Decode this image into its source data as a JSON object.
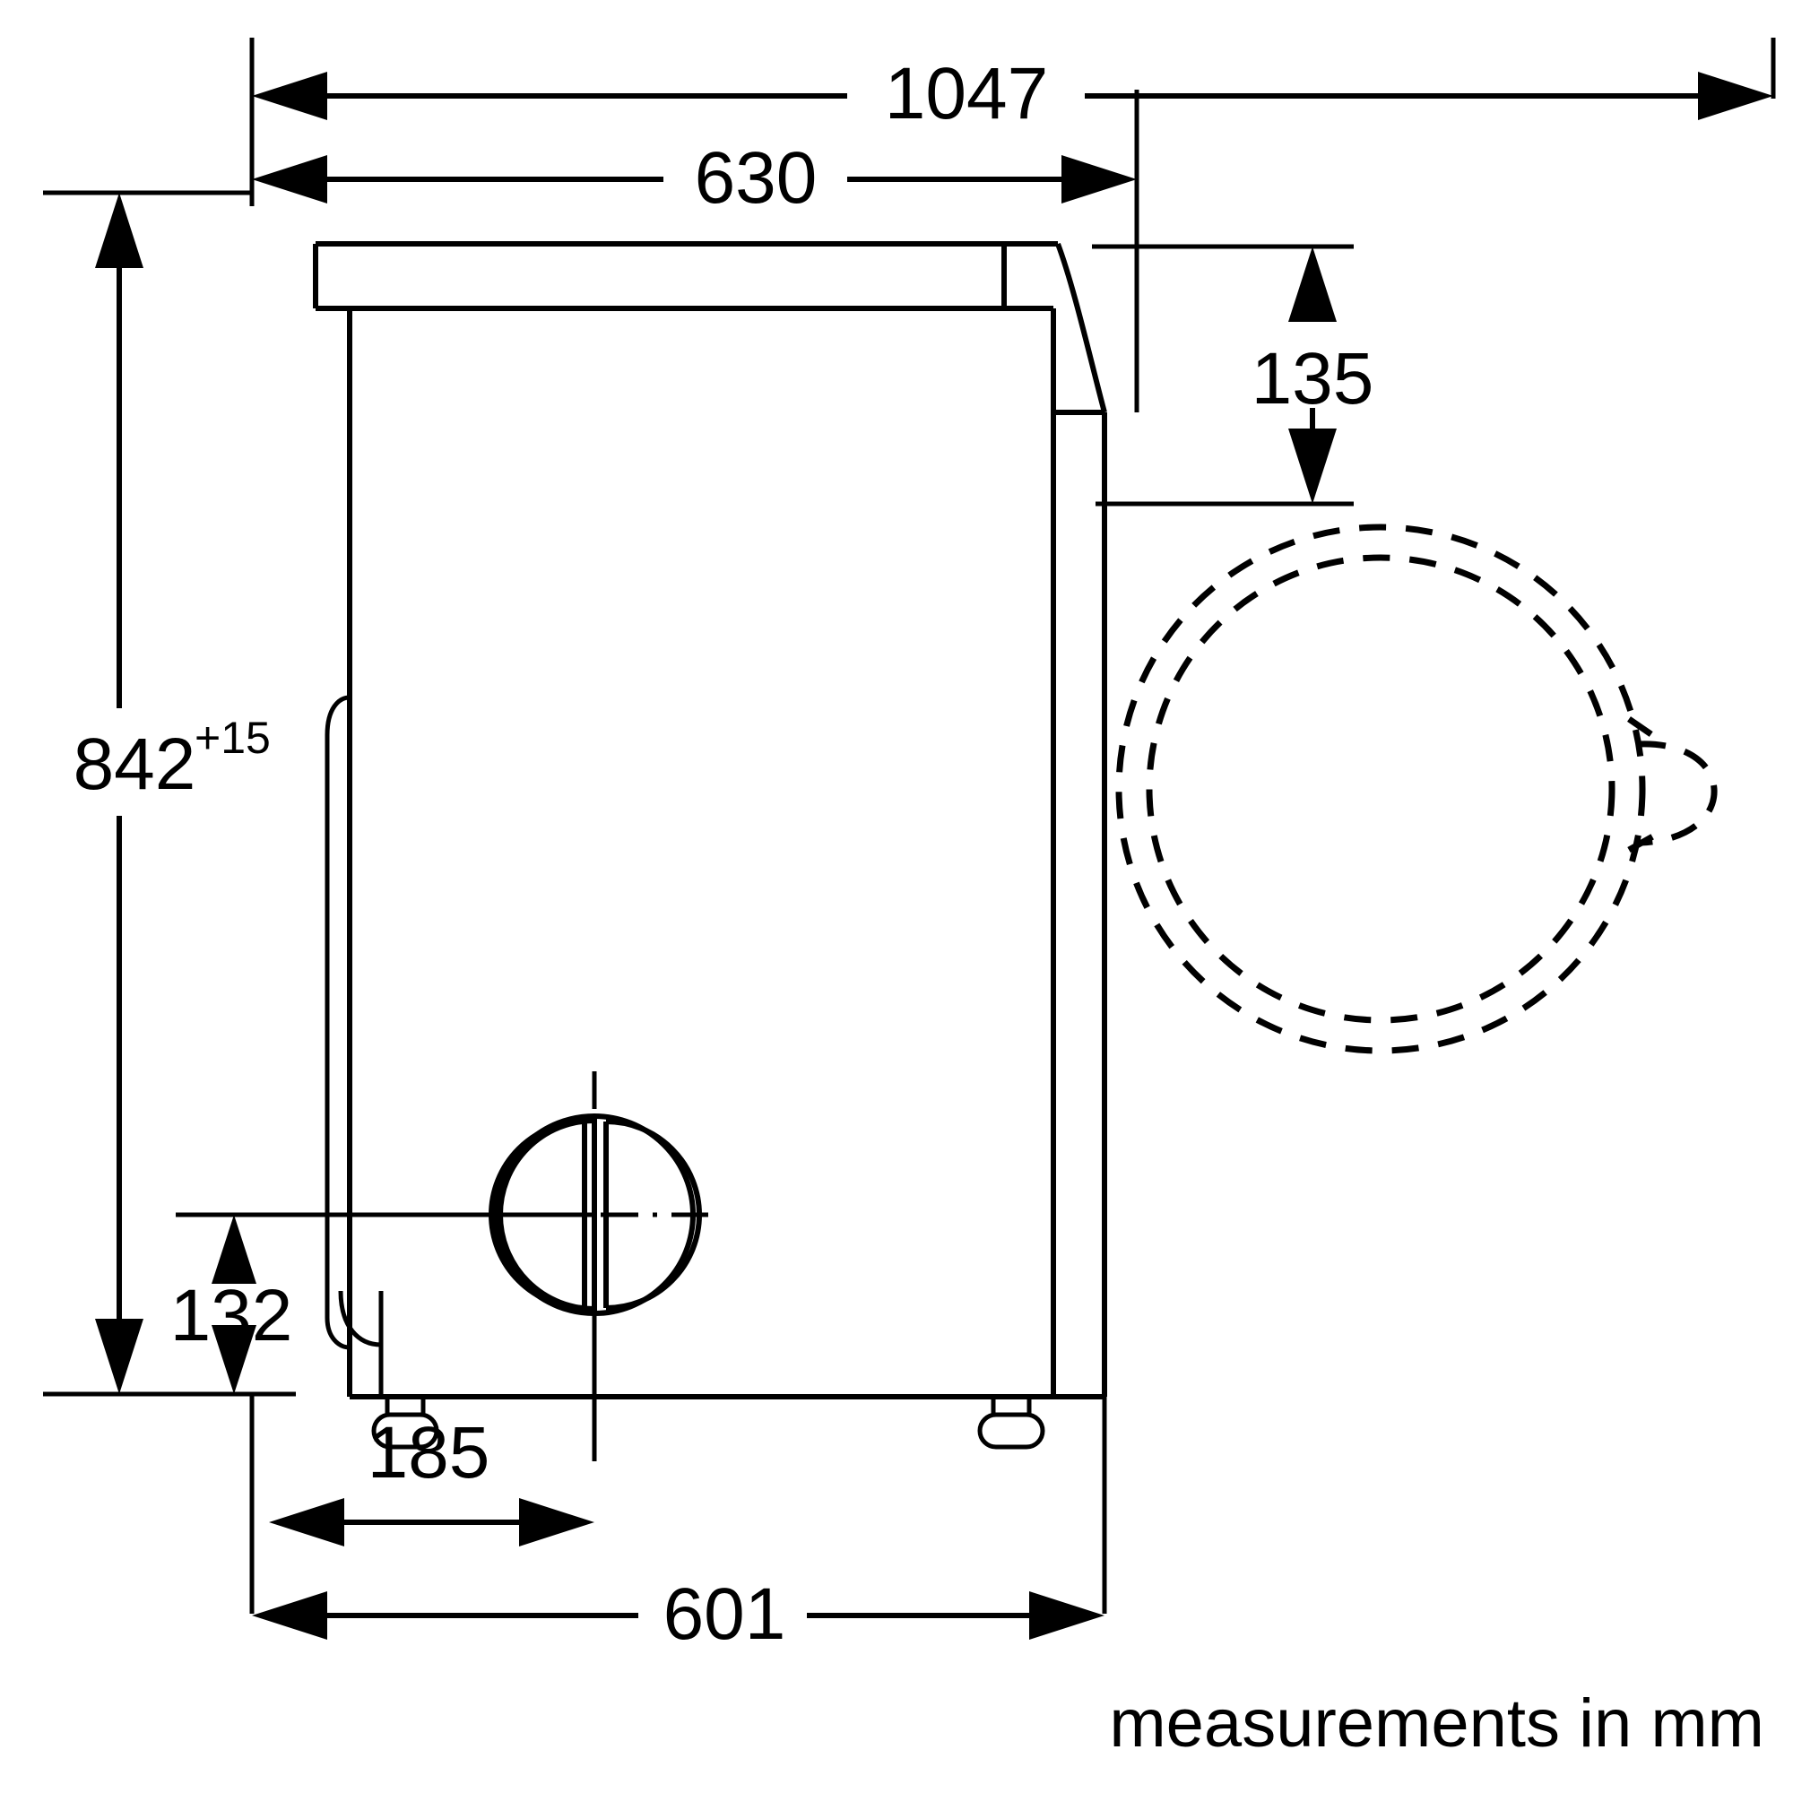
{
  "drawing": {
    "type": "technical-dimension-drawing",
    "subject": "washing-machine-side-view-with-door-swing",
    "units_note": "measurements in mm",
    "dimensions": {
      "overall_depth_with_door_open": "1047",
      "depth_to_door_face": "630",
      "door_opening_height_from_top": "135",
      "overall_height": "842",
      "overall_height_tolerance": "+15",
      "pump_access_height_from_floor": "132",
      "pump_access_offset_from_front": "185",
      "body_depth": "601"
    },
    "labels": {
      "dim_1047": "1047",
      "dim_630": "630",
      "dim_135": "135",
      "dim_842": "842",
      "dim_842_sup": "+15",
      "dim_132": "132",
      "dim_185": "185",
      "dim_601": "601"
    },
    "features": [
      {
        "name": "cabinet-body",
        "kind": "outline"
      },
      {
        "name": "top-lid",
        "kind": "outline"
      },
      {
        "name": "side-handle-recess",
        "kind": "outline"
      },
      {
        "name": "pump-filter-cap",
        "kind": "circle-detail"
      },
      {
        "name": "adjustable-foot-front",
        "kind": "foot"
      },
      {
        "name": "adjustable-foot-rear",
        "kind": "foot"
      },
      {
        "name": "door-swing-arc-outer",
        "kind": "dashed-circle"
      },
      {
        "name": "door-swing-arc-inner",
        "kind": "dashed-circle"
      },
      {
        "name": "door-handle-swing",
        "kind": "dashed-detail"
      }
    ],
    "colors": {
      "line": "#000000",
      "background": "#ffffff"
    }
  }
}
